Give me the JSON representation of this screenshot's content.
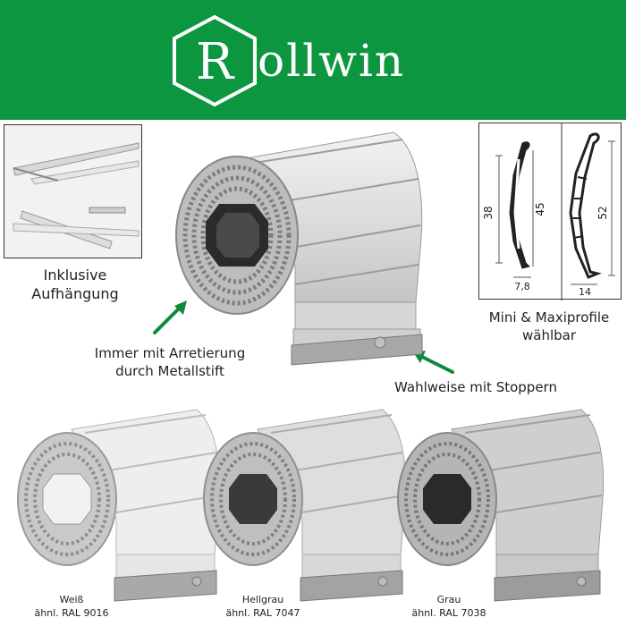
{
  "brand": {
    "initial": "R",
    "rest": "ollwin"
  },
  "labels": {
    "hanger": "Inklusive\nAufhängung",
    "lock": "Immer mit Arretierung\ndurch Metallstift",
    "stopper": "Wahlweise mit Stoppern",
    "profile": "Mini & Maxiprofile\nwählbar"
  },
  "profile_dims": {
    "mini_height": "38",
    "mini_inner": "45",
    "mini_width": "7,8",
    "maxi_height": "52",
    "maxi_width": "14"
  },
  "colors_variants": [
    {
      "name": "Weiß",
      "ral": "ähnl. RAL 9016",
      "hex": "#eeeeee"
    },
    {
      "name": "Hellgrau",
      "ral": "ähnl. RAL 7047",
      "hex": "#d9d9d9"
    },
    {
      "name": "Grau",
      "ral": "ähnl. RAL 7038",
      "hex": "#c7c7c7"
    }
  ],
  "theme": {
    "green": "#0c9640",
    "arrow": "#0f8a3a"
  }
}
